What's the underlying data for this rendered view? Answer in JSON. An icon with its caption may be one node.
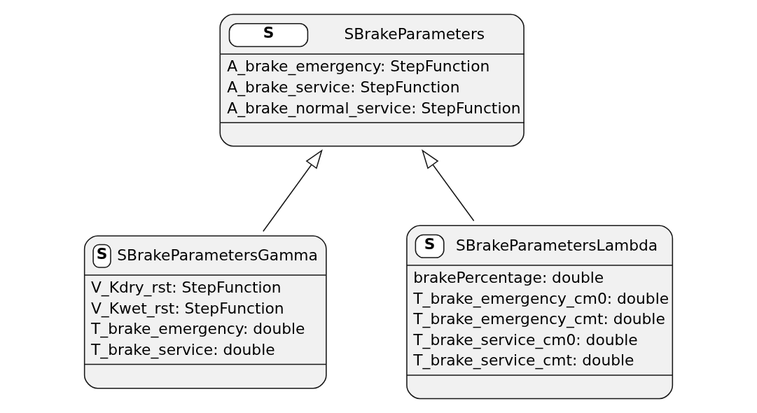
{
  "diagram": {
    "nodes": [
      {
        "text": [
          "S",
          "SBrakeParameters",
          "A_brake_emergency: StepFunction",
          "A_brake_service: StepFunction",
          "A_brake_normal_service: StepFunction"
        ]
      },
      {
        "text": [
          "S",
          "SBrakeParametersGamma",
          "V_Kdry_rst: StepFunction",
          "V_Kwet_rst: StepFunction",
          "T_brake_emergency: double",
          "T_brake_service: double"
        ]
      },
      {
        "text": [
          "S",
          "SBrakeParametersLambda",
          "brakePercentage: double",
          "T_brake_emergency_cm0: double",
          "T_brake_emergency_cmt: double",
          "T_brake_service_cm0: double",
          "T_brake_service_cmt: double"
        ]
      }
    ],
    "edges": [
      {
        "from": 1,
        "to": 0,
        "arrow": "to"
      },
      {
        "from": 2,
        "to": 0,
        "arrow": "to"
      }
    ]
  }
}
